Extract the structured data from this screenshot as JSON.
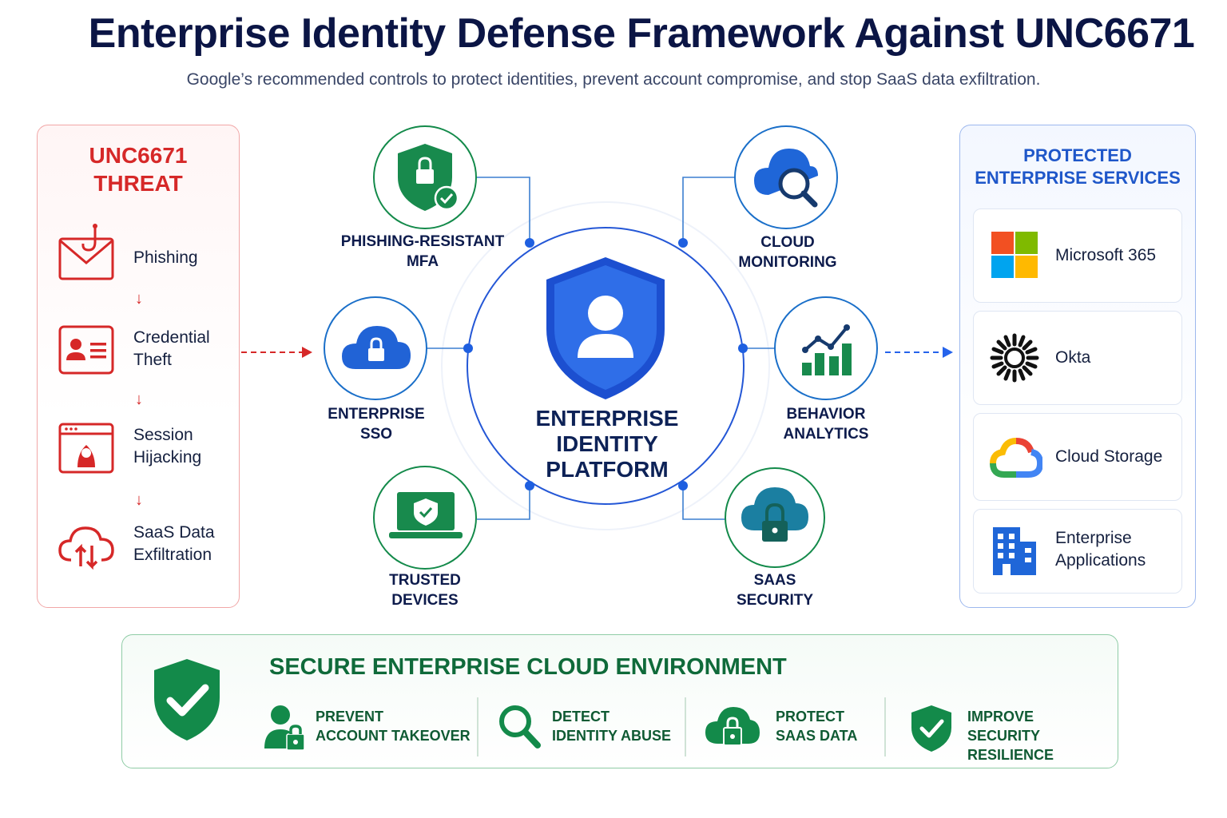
{
  "header": {
    "title": "Enterprise Identity Defense Framework Against UNC6671",
    "subtitle": "Google’s recommended controls to protect identities, prevent account compromise, and stop SaaS data exfiltration."
  },
  "threat": {
    "title_line1": "UNC6671",
    "title_line2": "THREAT",
    "color": "#d62828",
    "steps": [
      {
        "label_line1": "Phishing",
        "label_line2": "",
        "icon": "phishing-email-hook-icon"
      },
      {
        "label_line1": "Credential",
        "label_line2": "Theft",
        "icon": "id-card-icon"
      },
      {
        "label_line1": "Session",
        "label_line2": "Hijacking",
        "icon": "hacker-browser-icon"
      },
      {
        "label_line1": "SaaS Data",
        "label_line2": "Exfiltration",
        "icon": "cloud-upload-download-icon"
      }
    ]
  },
  "hub": {
    "label_line1": "ENTERPRISE",
    "label_line2": "IDENTITY",
    "label_line3": "PLATFORM",
    "icon": "shield-user-icon",
    "color": "#1f57c9"
  },
  "controls": [
    {
      "line1": "PHISHING-RESISTANT",
      "line2": "MFA",
      "icon": "shield-lock-check-icon"
    },
    {
      "line1": "ENTERPRISE",
      "line2": "SSO",
      "icon": "cloud-lock-icon"
    },
    {
      "line1": "TRUSTED",
      "line2": "DEVICES",
      "icon": "laptop-shield-icon"
    },
    {
      "line1": "CLOUD",
      "line2": "MONITORING",
      "icon": "cloud-search-icon"
    },
    {
      "line1": "BEHAVIOR",
      "line2": "ANALYTICS",
      "icon": "bar-chart-trend-icon"
    },
    {
      "line1": "SAAS",
      "line2": "SECURITY",
      "icon": "cloud-padlock-icon"
    }
  ],
  "services": {
    "title_line1": "PROTECTED",
    "title_line2": "ENTERPRISE SERVICES",
    "items": [
      {
        "line1": "Microsoft 365",
        "line2": "",
        "icon": "microsoft-logo-icon"
      },
      {
        "line1": "Okta",
        "line2": "",
        "icon": "okta-logo-icon"
      },
      {
        "line1": "Cloud Storage",
        "line2": "",
        "icon": "google-cloud-logo-icon"
      },
      {
        "line1": "Enterprise",
        "line2": "Applications",
        "icon": "building-icon"
      }
    ]
  },
  "secure": {
    "title": "SECURE ENTERPRISE CLOUD ENVIRONMENT",
    "color": "#0f7a43",
    "benefits": [
      {
        "line1": "PREVENT",
        "line2": "ACCOUNT TAKEOVER",
        "icon": "user-lock-icon"
      },
      {
        "line1": "DETECT",
        "line2": "IDENTITY ABUSE",
        "icon": "magnifier-icon"
      },
      {
        "line1": "PROTECT",
        "line2": "SAAS DATA",
        "icon": "cloud-lock-icon"
      },
      {
        "line1": "IMPROVE SECURITY",
        "line2": "RESILIENCE",
        "icon": "shield-check-icon"
      }
    ]
  }
}
